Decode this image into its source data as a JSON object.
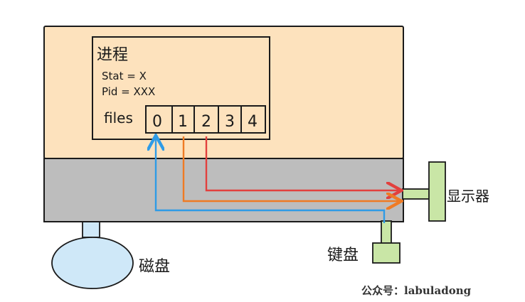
{
  "process": {
    "title": "进程",
    "stat": "Stat = X",
    "pid": "Pid = XXX",
    "files_label": "files",
    "fds": [
      "0",
      "1",
      "2",
      "3",
      "4"
    ]
  },
  "devices": {
    "display": "显示器",
    "keyboard": "键盘",
    "disk": "磁盘"
  },
  "watermark": "公众号：labuladong",
  "colors": {
    "user_space": "#fde2bd",
    "kernel_space": "#bdbdbd",
    "display_device": "#c9e6a6",
    "keyboard_device": "#c9e6a6",
    "disk_device": "#cfe8f8",
    "fd0_arrow": "#2f9be6",
    "fd1_arrow": "#ef7b24",
    "fd2_arrow": "#e2403e"
  }
}
